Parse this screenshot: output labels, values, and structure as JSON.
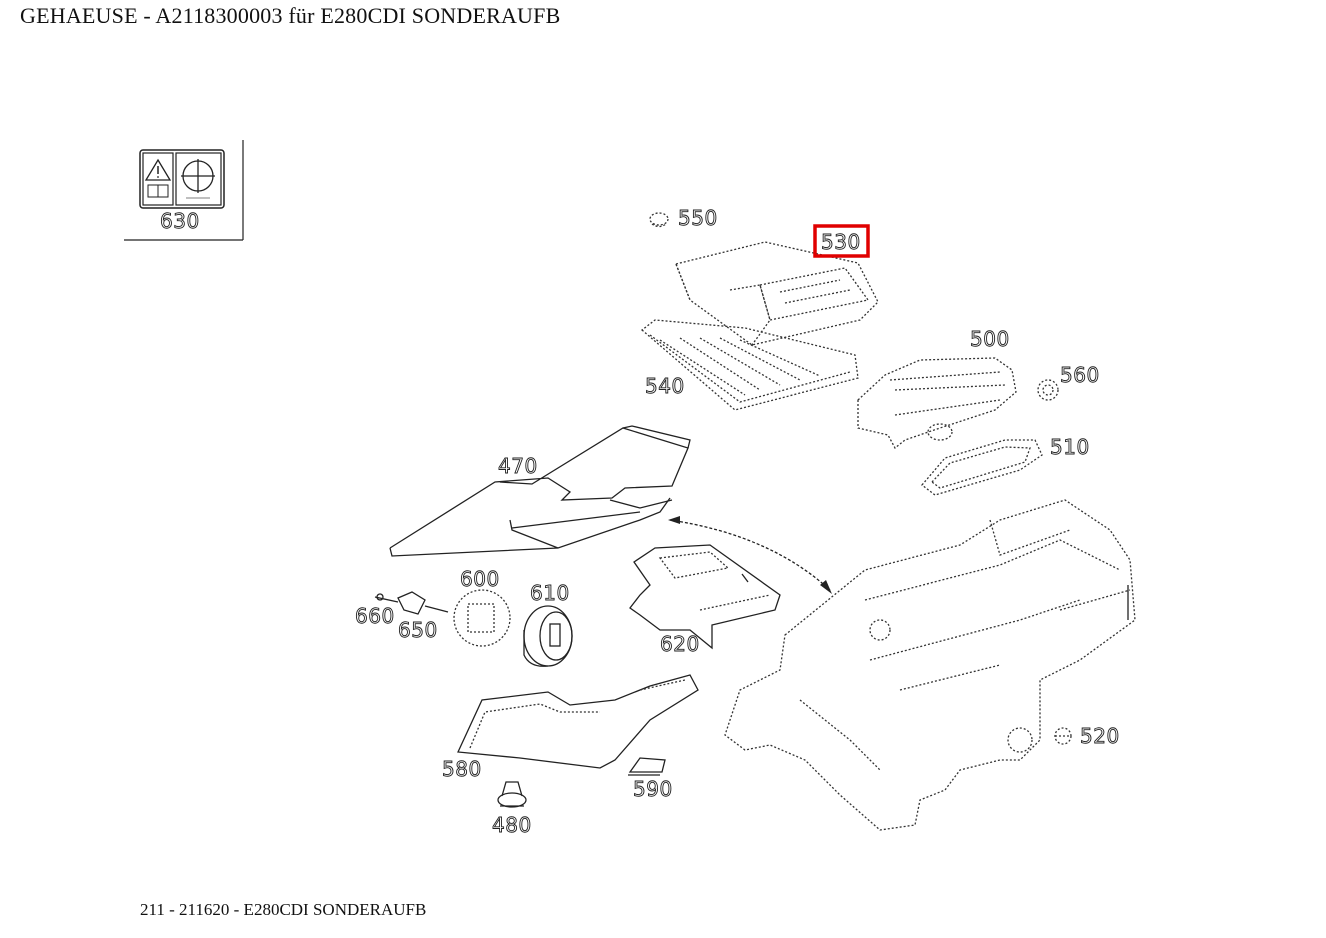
{
  "header": {
    "title": "GEHAEUSE  - A2118300003 für E280CDI SONDERAUFB"
  },
  "footer": {
    "text": "211 - 211620 - E280CDI SONDERAUFB"
  },
  "diagram": {
    "highlighted_part": "530",
    "callouts": {
      "p630": "630",
      "p550": "550",
      "p530": "530",
      "p500": "500",
      "p560": "560",
      "p540": "540",
      "p510": "510",
      "p470": "470",
      "p600": "600",
      "p610": "610",
      "p660": "660",
      "p650": "650",
      "p620": "620",
      "p580": "580",
      "p590": "590",
      "p480": "480",
      "p520": "520"
    },
    "highlight_color": "#e00000"
  }
}
